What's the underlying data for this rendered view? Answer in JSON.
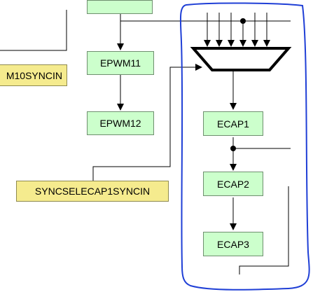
{
  "diagram": {
    "blocks": {
      "epwm11": "EPWM11",
      "epwm12": "EPWM12",
      "epwm10_sync": "M10SYNCIN",
      "syncsel_ecap1": "SYNCSELECAP1SYNCIN",
      "ecap1": "ECAP1",
      "ecap2": "ECAP2",
      "ecap3": "ECAP3"
    },
    "colors": {
      "module_fill": "#ccffcc",
      "select_fill": "#f5eb8e",
      "line": "#000000",
      "annotation": "#1f3fd6"
    }
  }
}
